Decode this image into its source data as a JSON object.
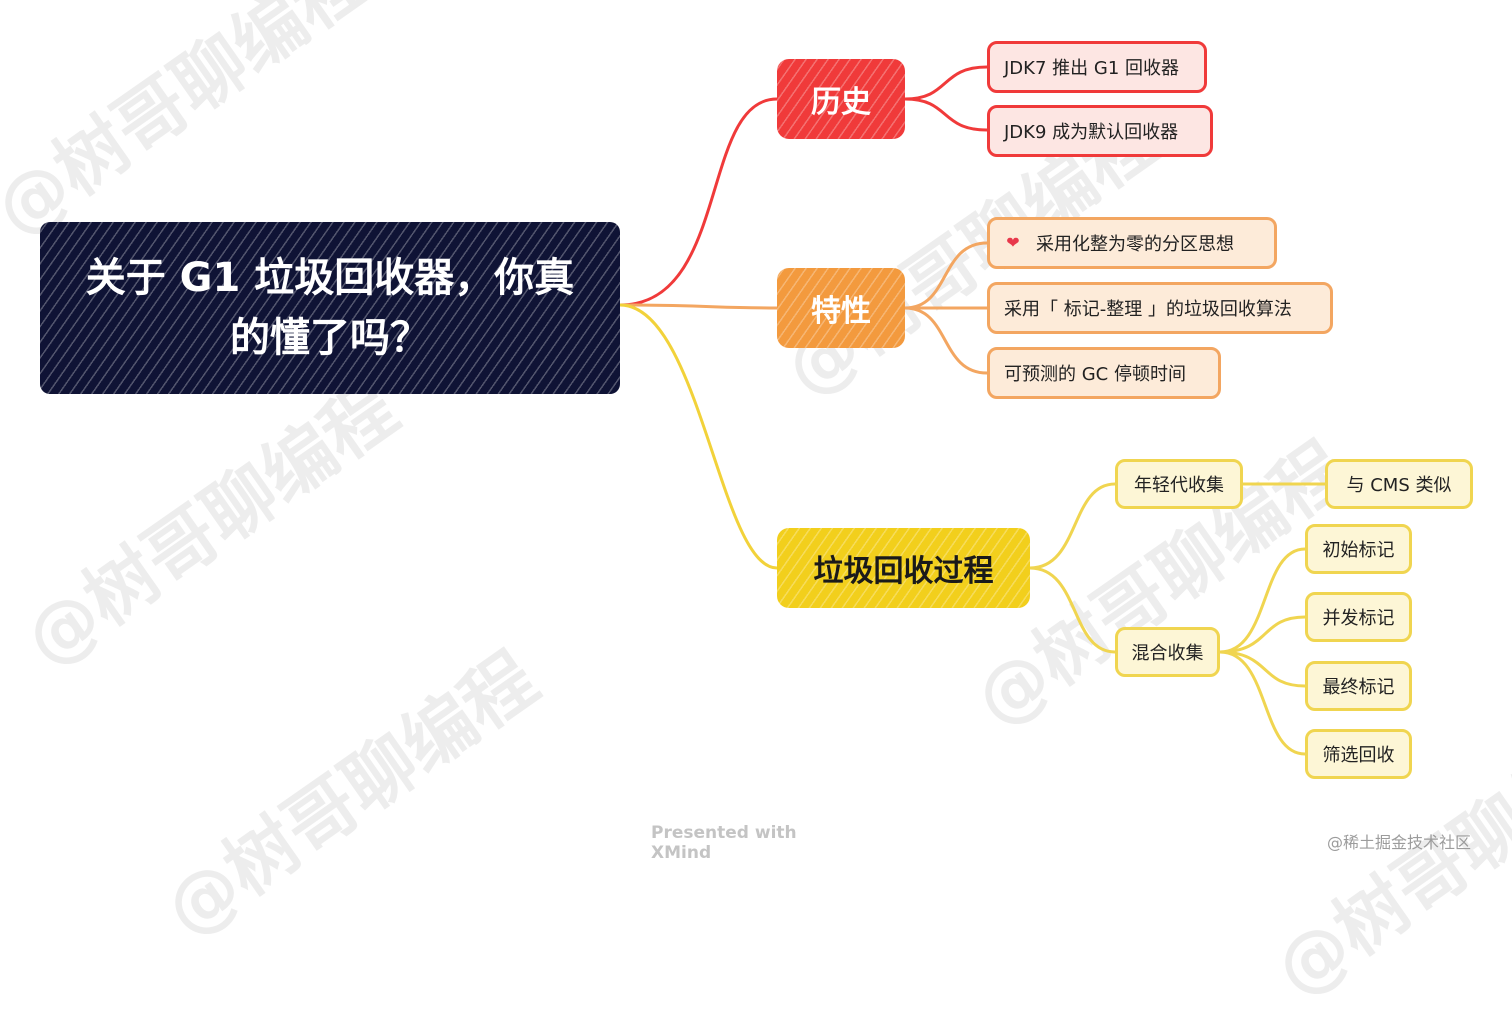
{
  "root": {
    "title": "关于 G1 垃圾回收器，你真的懂了吗？"
  },
  "branches": {
    "history": {
      "label": "历史",
      "color": "#f03a3a"
    },
    "features": {
      "label": "特性",
      "color": "#f39a3e"
    },
    "process": {
      "label": "垃圾回收过程",
      "color": "#f2cf1c"
    }
  },
  "history_items": [
    "JDK7 推出 G1 回收器",
    "JDK9 成为默认回收器"
  ],
  "feature_items": [
    "采用化整为零的分区思想",
    "采用「 标记-整理 」的垃圾回收算法",
    "可预测的 GC 停顿时间"
  ],
  "process_items": {
    "young": {
      "label": "年轻代收集",
      "child": "与 CMS 类似"
    },
    "mixed": {
      "label": "混合收集",
      "children": [
        "初始标记",
        "并发标记",
        "最终标记",
        "筛选回收"
      ]
    }
  },
  "icons": {
    "feature_first_item": "heart-icon"
  },
  "footer": "Presented with XMind",
  "credit": "@稀土掘金技术社区",
  "watermark": "@树哥聊编程"
}
